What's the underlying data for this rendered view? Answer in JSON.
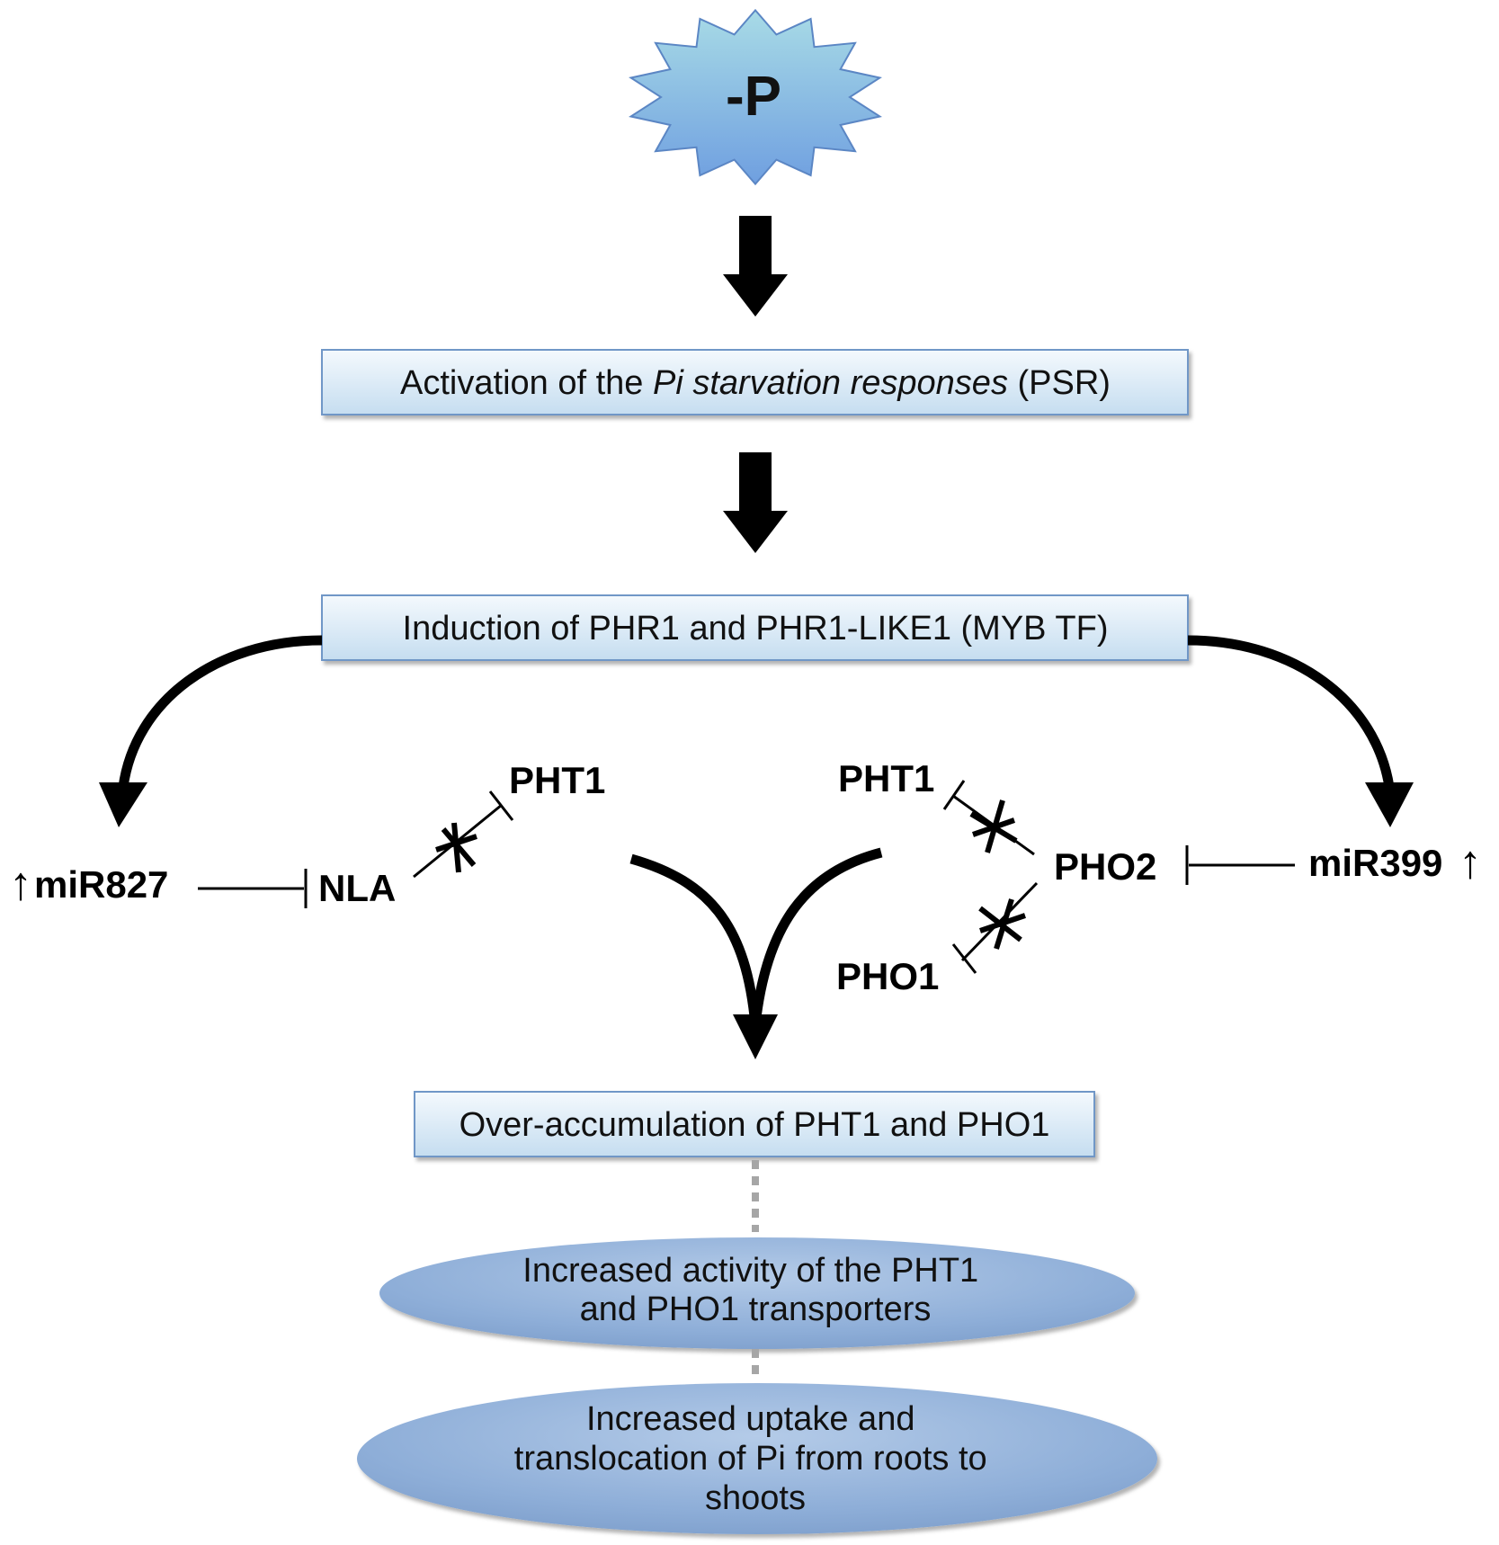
{
  "trigger": {
    "label": "-P"
  },
  "boxes": {
    "psr": {
      "pre": "Activation of the ",
      "italic": "Pi starvation responses",
      "post": " (PSR)"
    },
    "induction": {
      "text": "Induction of PHR1 and PHR1-LIKE1 (MYB TF)"
    },
    "accumulation": {
      "text": "Over-accumulation of  PHT1 and PHO1"
    }
  },
  "left_branch": {
    "mirna": "miR827",
    "up_arrow": "↑",
    "target": "NLA",
    "downstream": "PHT1"
  },
  "right_branch": {
    "mirna": "miR399",
    "up_arrow": "↑",
    "target": "PHO2",
    "downstream_top": "PHT1",
    "downstream_bottom": "PHO1"
  },
  "outcomes": {
    "activity": [
      "Increased activity of the PHT1",
      "and PHO1 transporters"
    ],
    "uptake": [
      "Increased uptake and",
      "translocation of Pi from roots to",
      "shoots"
    ]
  },
  "colors": {
    "box_fill_top": "#f4f9fd",
    "box_fill_bottom": "#c5ddf0",
    "box_stroke": "#6f97c7",
    "ellipse_fill": "#8eaed8",
    "starburst_top": "#a8d8e8",
    "starburst_bottom": "#6f9fe0",
    "arrow": "#000000",
    "dotted": "#a6a6a6"
  }
}
